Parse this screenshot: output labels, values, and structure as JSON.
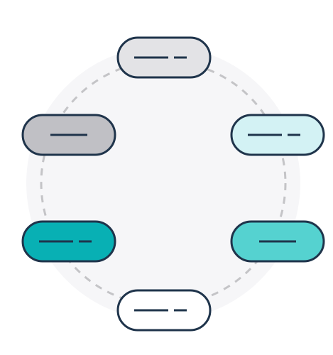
{
  "colors": {
    "background": "#ffffff",
    "circle_fill": "#f6f6f8",
    "dashed_ring": "#c4c4c7",
    "outline": "#1f344b"
  },
  "nodes": [
    {
      "id": "top",
      "fill": "#e3e3e6",
      "text_placeholder": "two-dash"
    },
    {
      "id": "right-top",
      "fill": "#d3f2f4",
      "text_placeholder": "two-dash"
    },
    {
      "id": "right-bottom",
      "fill": "#55d2d0",
      "text_placeholder": "single-dash"
    },
    {
      "id": "bottom",
      "fill": "#ffffff",
      "text_placeholder": "two-dash"
    },
    {
      "id": "left-bottom",
      "fill": "#08b0b4",
      "text_placeholder": "two-dash"
    },
    {
      "id": "left-top",
      "fill": "#c0c0c5",
      "text_placeholder": "single-dash"
    }
  ]
}
